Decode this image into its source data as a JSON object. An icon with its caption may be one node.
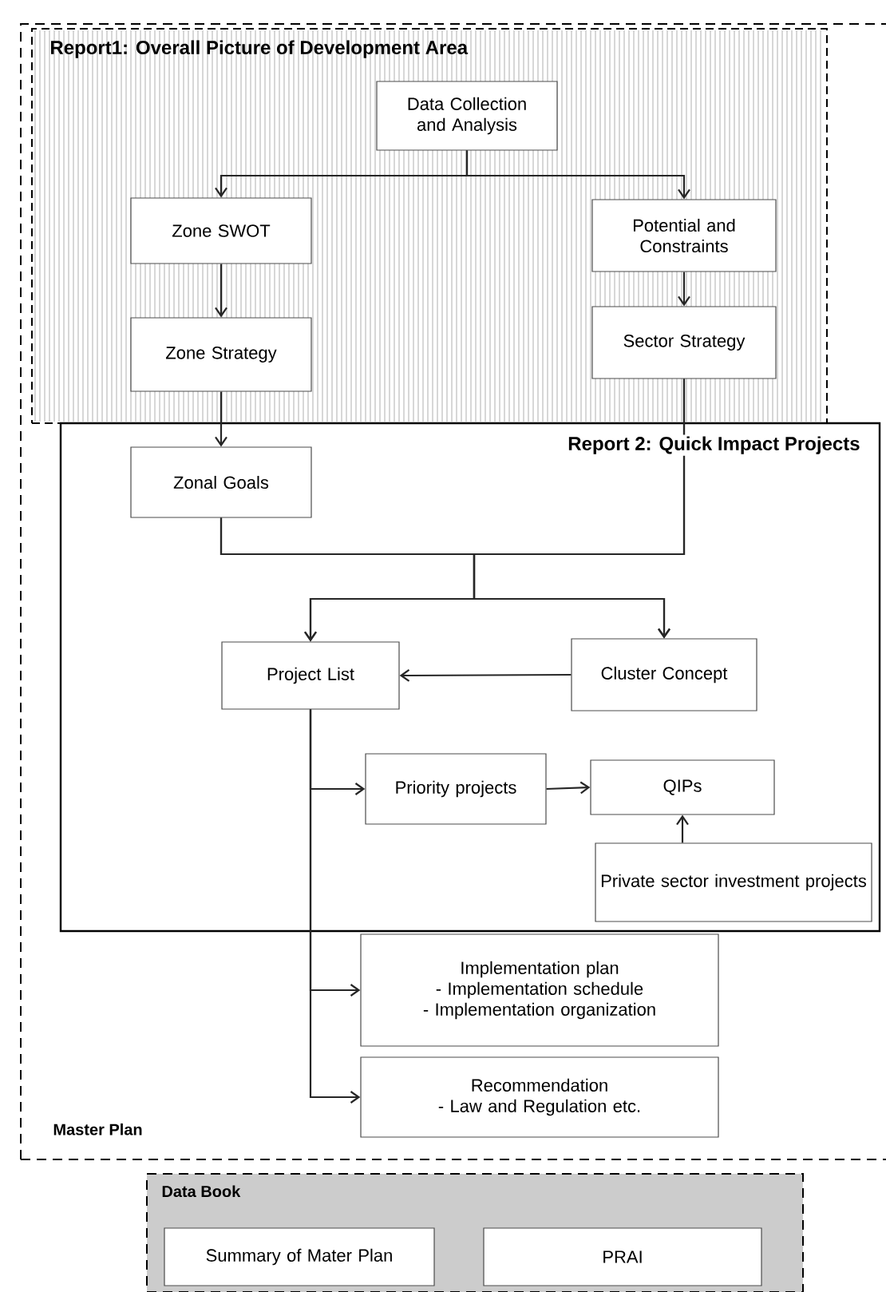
{
  "diagram": {
    "nodes": [
      {
        "text": [
          "Master Plan"
        ]
      },
      {
        "text": [
          "Report1: Overall Picture of Development Area"
        ],
        "in": 0
      },
      {
        "text": [
          "Data Collection and Analysis"
        ],
        "in": 1
      },
      {
        "text": [
          "Zone SWOT"
        ],
        "in": 1
      },
      {
        "text": [
          "Potential and Constraints"
        ],
        "in": 1
      },
      {
        "text": [
          "Zone Strategy"
        ],
        "in": 1
      },
      {
        "text": [
          "Sector Strategy"
        ],
        "in": 1
      },
      {
        "text": [
          "Report 2: Quick Impact Projects"
        ],
        "in": 0
      },
      {
        "text": [
          "Zonal Goals"
        ],
        "in": 7
      },
      {
        "text": [
          "Project List"
        ],
        "in": 7
      },
      {
        "text": [
          "Cluster Concept"
        ],
        "in": 7
      },
      {
        "text": [
          "Priority projects"
        ],
        "in": 7
      },
      {
        "text": [
          "QIPs"
        ],
        "in": 7
      },
      {
        "text": [
          "Private sector investment projects"
        ],
        "in": 7
      },
      {
        "text": [
          "Implementation plan",
          "- Implementation schedule",
          "- Implementation organization"
        ],
        "in": 0
      },
      {
        "text": [
          "Recommendation",
          "- Law and Regulation etc."
        ],
        "in": 0
      },
      {
        "text": [
          "Data Book"
        ]
      },
      {
        "text": [
          "Summary of Mater Plan"
        ],
        "in": 16
      },
      {
        "text": [
          "PRAI"
        ],
        "in": 16
      }
    ],
    "edges": [
      {
        "from": 2,
        "to": 3,
        "arrow": "to"
      },
      {
        "from": 2,
        "to": 4,
        "arrow": "to"
      },
      {
        "from": 3,
        "to": 5,
        "arrow": "to"
      },
      {
        "from": 4,
        "to": 6,
        "arrow": "to"
      },
      {
        "from": 5,
        "to": 8,
        "arrow": "to"
      },
      {
        "from": 8,
        "to": 9,
        "arrow": "to"
      },
      {
        "from": 8,
        "to": 10,
        "arrow": "to"
      },
      {
        "from": 6,
        "to": 9,
        "arrow": "to"
      },
      {
        "from": 6,
        "to": 10,
        "arrow": "to"
      },
      {
        "from": 10,
        "to": 9,
        "arrow": "to"
      },
      {
        "from": 9,
        "to": 11,
        "arrow": "to"
      },
      {
        "from": 11,
        "to": 12,
        "arrow": "to"
      },
      {
        "from": 13,
        "to": 12,
        "arrow": "to"
      },
      {
        "from": 9,
        "to": 14,
        "arrow": "to"
      },
      {
        "from": 9,
        "to": 15,
        "arrow": "to"
      }
    ]
  }
}
